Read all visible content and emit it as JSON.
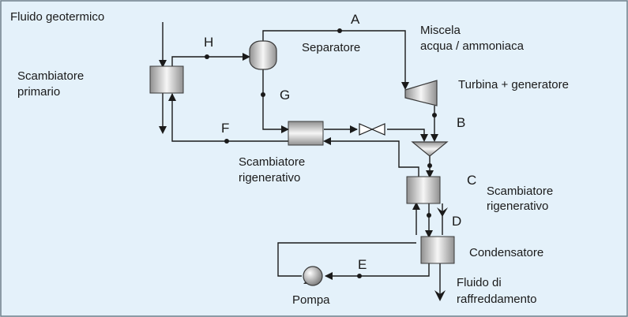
{
  "labels": {
    "geo_fluid": "Fluido geotermico",
    "primary_hx_1": "Scambiatore",
    "primary_hx_2": "primario",
    "separator": "Separatore",
    "mixture_1": "Miscela",
    "mixture_2": "acqua / ammoniaca",
    "turbine": "Turbina + generatore",
    "regen_hx_left_1": "Scambiatore",
    "regen_hx_left_2": "rigenerativo",
    "regen_hx_right_1": "Scambiatore",
    "regen_hx_right_2": "rigenerativo",
    "condenser": "Condensatore",
    "cooling_1": "Fluido di",
    "cooling_2": "raffreddamento",
    "pump": "Pompa"
  },
  "points": {
    "a": "A",
    "b": "B",
    "c": "C",
    "d": "D",
    "e": "E",
    "f": "F",
    "g": "G",
    "h": "H"
  },
  "colors": {
    "background": "#e4f1fa",
    "frame_border": "#6f7f8a",
    "line": "#1a1a1a",
    "equipment_light": "#f4f4f4",
    "equipment_dark": "#8a8a8a"
  }
}
